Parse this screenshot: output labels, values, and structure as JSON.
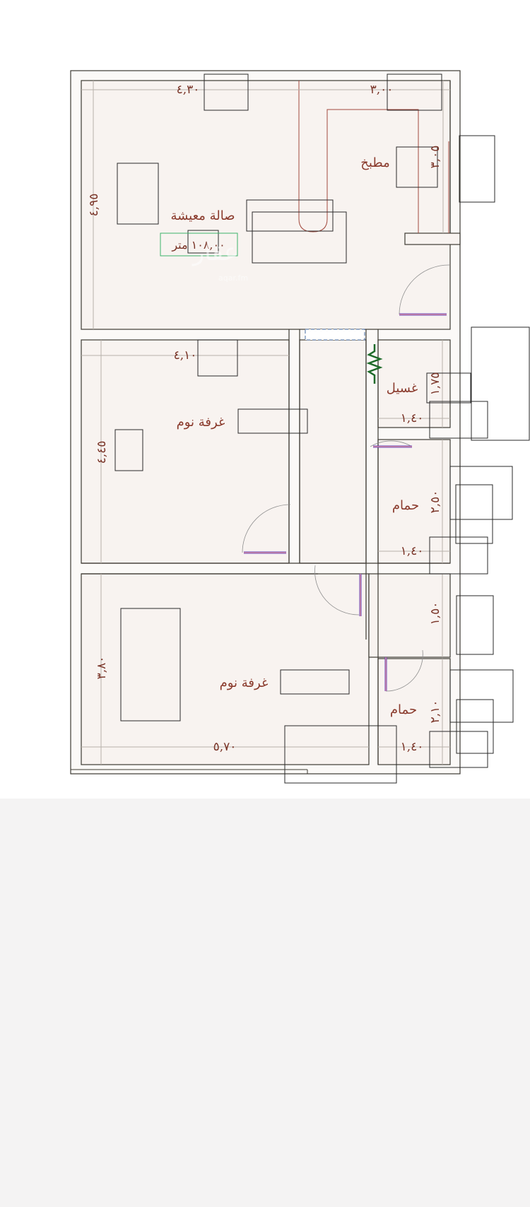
{
  "rooms": {
    "living": "صالة معيشة",
    "kitchen": "مطبخ",
    "bedroom_1": "غرفة نوم",
    "laundry": "غسيل",
    "bath_1": "حمام",
    "bedroom_2": "غرفة نوم",
    "bath_2": "حمام"
  },
  "area_label": "١٠٨,٠٠ متر",
  "dimensions": {
    "living_width": "٤,٣٠",
    "kitchen_width": "٣,٠٠",
    "living_height": "٤,٩٥",
    "kitchen_height": "٣,٠٥",
    "bedroom1_width": "٤,١٠",
    "bedroom1_height": "٤,٤٥",
    "laundry_height": "١,٧٥",
    "laundry_width": "١,٤٠",
    "bath1_height": "٢,٥٠",
    "bath1_width": "١,٤٠",
    "corridor_height": "١,٥٠",
    "bedroom2_height": "٣,٨٠",
    "bedroom2_width": "٥,٧٠",
    "bath2_height": "٢,١٠",
    "bath2_width": "١,٤٠"
  },
  "watermark": {
    "main": "عقار",
    "sub": "aqar.fm"
  },
  "colors": {
    "label": "#8a3a2c",
    "wall": "#3d3a33",
    "pipe": "#a24a3e",
    "area_box": "#3bb36a",
    "door_leaf": "#5b3fbf",
    "page_background": "#f4f3f3"
  }
}
